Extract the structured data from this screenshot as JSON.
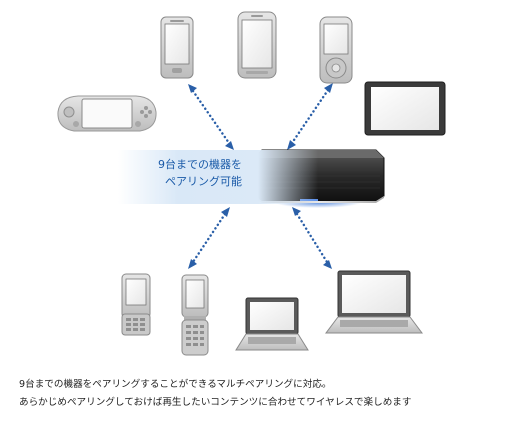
{
  "callout": {
    "line1": "9台までの機器を",
    "line2": "ペアリング可能"
  },
  "caption": {
    "line1": "9台までの機器をペアリングすることができるマルチペアリングに対応。",
    "line2": "あらかじめペアリングしておけば再生したいコンテンツに合わせてワイヤレスで楽しめます"
  },
  "colors": {
    "accent": "#1a5aa8",
    "arrow": "#2a5fa8",
    "device_body": "#d9d9d9",
    "speaker": "#2b2b2b"
  },
  "icons": [
    "game-console-icon",
    "smartphone-icon",
    "android-phone-icon",
    "media-player-icon",
    "tablet-icon",
    "speaker-icon",
    "slide-phone-icon",
    "flip-phone-icon",
    "netbook-icon",
    "laptop-icon"
  ]
}
